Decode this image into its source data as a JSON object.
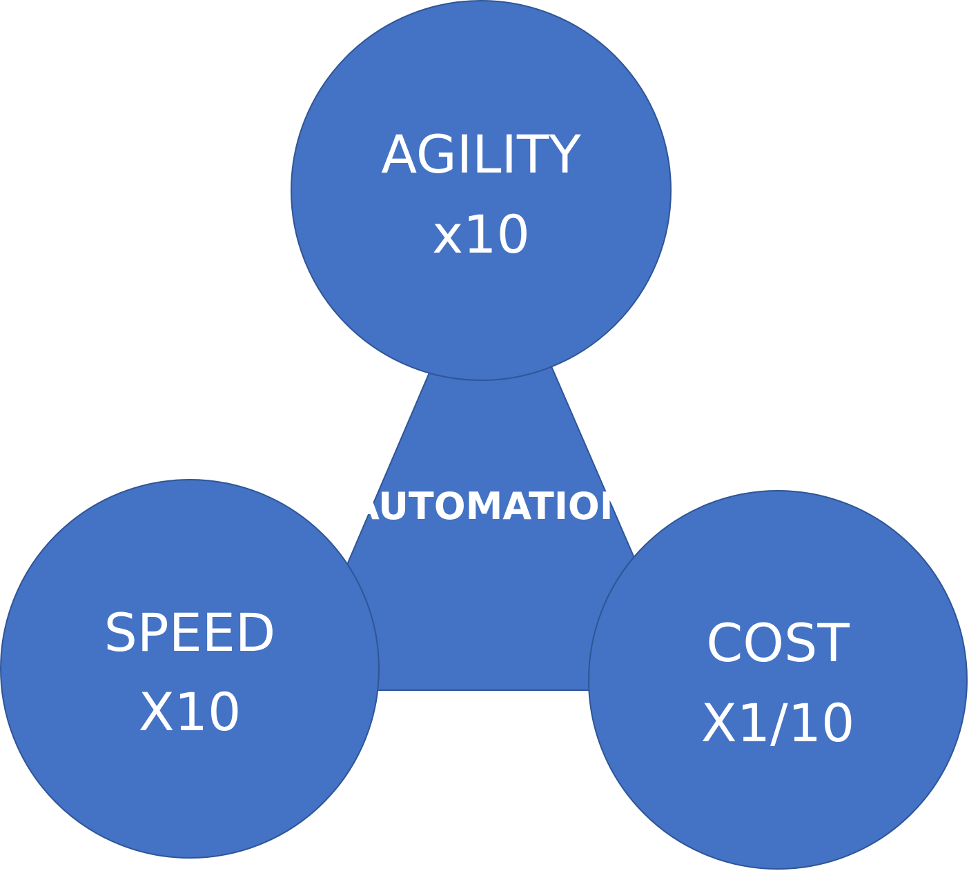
{
  "diagram": {
    "center": {
      "label": "AUTOMATION"
    },
    "nodes": [
      {
        "title": "AGILITY",
        "value": "x10"
      },
      {
        "title": "SPEED",
        "value": "X10"
      },
      {
        "title": "COST",
        "value": "X1/10"
      }
    ],
    "colors": {
      "fill": "#4472C4",
      "stroke": "#2F5597",
      "text": "#FFFFFF",
      "background": "#FFFFFF"
    }
  }
}
